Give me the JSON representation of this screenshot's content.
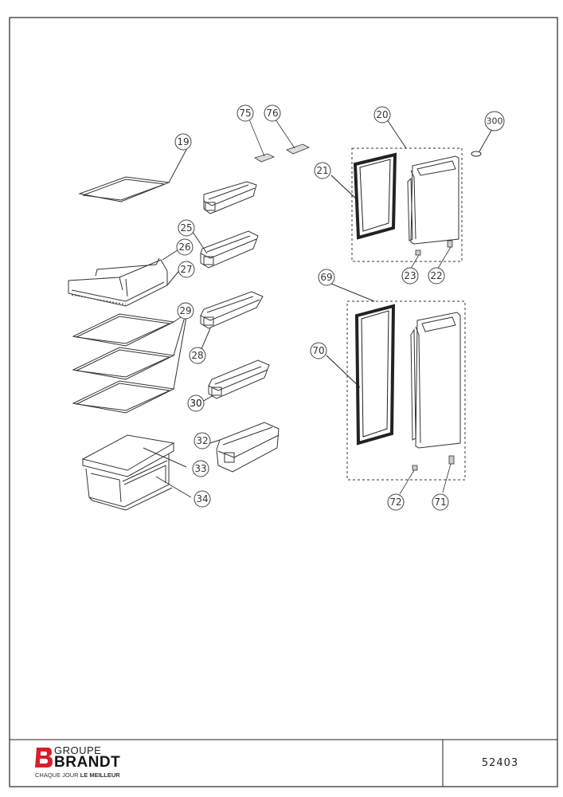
{
  "footer": {
    "brand_line1": "GROUPE",
    "brand_line2": "BRANDT",
    "tagline_start": "CHAQUE JOUR ",
    "tagline_bold": "LE MEILLEUR",
    "drawing_number": "52403"
  },
  "callouts": {
    "c19": "19",
    "c75": "75",
    "c76": "76",
    "c20": "20",
    "c300": "300",
    "c21": "21",
    "c25": "25",
    "c26": "26",
    "c27": "27",
    "c23": "23",
    "c22": "22",
    "c69": "69",
    "c29": "29",
    "c28": "28",
    "c70": "70",
    "c30": "30",
    "c32": "32",
    "c33": "33",
    "c34": "34",
    "c72": "72",
    "c71": "71"
  },
  "colors": {
    "line": "#222222",
    "brand_red": "#d81e2b"
  }
}
